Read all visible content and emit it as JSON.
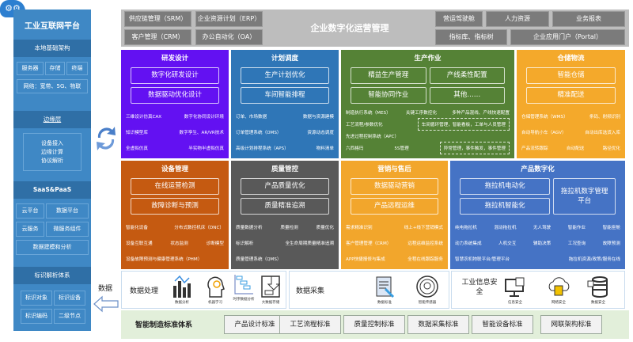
{
  "platform": {
    "title": "工业互联网平台",
    "local": {
      "header": "本地基础架构",
      "items": [
        "服务器",
        "存储",
        "终端"
      ],
      "network": "网络：宽带、5G、物联"
    },
    "edge": {
      "header": "边缘层",
      "lines": [
        "设备接入",
        "边缘计算",
        "协议解析"
      ]
    },
    "saas": {
      "header": "SaaS&PaaS",
      "items": [
        "云平台",
        "数据平台",
        "云服务",
        "微服务组件",
        "数据建模和分析"
      ]
    },
    "ident": {
      "header": "标识解析体系",
      "items": [
        "标识对象",
        "标识设备",
        "标识编码",
        "二级节点"
      ]
    }
  },
  "data_label": "数据",
  "ops": {
    "title": "企业数字化运营管理",
    "left": [
      "供应链管理（SRM）",
      "企业资源计划（ERP）",
      "客户管理（CRM）",
      "办公自动化（OA）"
    ],
    "right": [
      "营运驾驶舱",
      "人力资源",
      "业务报表",
      "指标库、指标树",
      "企业应用门户（Portal）"
    ]
  },
  "colors": {
    "rd": "#6311f2",
    "plan": "#2f76b7",
    "prod": "#558236",
    "wh": "#f4a92b",
    "eq": "#c55a11",
    "qc": "#595959",
    "sales": "#f2a62c",
    "pd": "#4573c5"
  },
  "modules": [
    {
      "key": "rd",
      "title": "研发设计",
      "features": [
        "数字化研发设计",
        "数据驱动优化设计"
      ],
      "rows": [
        [
          "三维设计仿真CAX",
          "数字化协同设计环境"
        ],
        [
          "知识模型库",
          "数字孪生、AR/VR技术"
        ],
        [
          "全虚拟仿真",
          "半实物半虚拟仿真"
        ]
      ]
    },
    {
      "key": "plan",
      "title": "计划调度",
      "features": [
        "生产计划优化",
        "车间智能排程"
      ],
      "rows": [
        [
          "订单、市场数据",
          "数据与资源建模"
        ],
        [
          "订单管理系统（OMS）",
          "资源动态调度"
        ],
        [
          "高级计划排程系统（APS）",
          "物料清单"
        ]
      ]
    },
    {
      "key": "prod",
      "title": "生产作业",
      "features": [
        "精益生产管理",
        "产线柔性配置",
        "智能协同作业",
        "其他……"
      ],
      "rows": [
        [
          "制造执行系统（MES）",
          "关键工序数控化",
          "多种产品混线、产线快速配置"
        ],
        [
          "工艺流程/参数优化",
          {
            "box": "车间循环管理，智能看板，工单与人员管理"
          }
        ],
        [
          "先进过程控制系统（APC）"
        ],
        [
          "六西格玛",
          "5S管理",
          {
            "box": "异常管理，事件触发，事件管理"
          }
        ]
      ]
    },
    {
      "key": "wh",
      "title": "仓储物流",
      "features": [
        "智能仓储",
        "精准配送"
      ],
      "rows": [
        [
          "仓储管理系统（WMS）",
          "条码、射频识别"
        ],
        [
          "自动导航小车（AGV）",
          "自动出库选货入库"
        ],
        [
          "产品流转跟踪",
          "自动配送",
          "路径优化"
        ]
      ]
    },
    {
      "key": "eq",
      "title": "设备管理",
      "features": [
        "在线运营检测",
        "故障诊断与预测"
      ],
      "rows": [
        [
          "智能化设备",
          "分布式数控机床（DNC）"
        ],
        [
          "设备互联互通",
          "状态监测",
          "诊断模型"
        ],
        [
          "设备故障预测与健康管理系统（PHM）"
        ]
      ]
    },
    {
      "key": "qc",
      "title": "质量管控",
      "features": [
        "产品质量优化",
        "质量精准追溯"
      ],
      "rows": [
        [
          "质量数据分析",
          "质量检测",
          "质量优化"
        ],
        [
          "标识解析",
          "全生命周期质量精准追溯"
        ],
        [
          "质量管理系统（QMS）"
        ]
      ]
    },
    {
      "key": "sales",
      "title": "营销与售后",
      "features": [
        "数据驱动营销",
        "产品远程运维"
      ],
      "rows": [
        [
          "需求精准识别",
          "线上+线下营销模式"
        ],
        [
          "客户管理管理（CRM）",
          "远程运维监控系统"
        ],
        [
          "APP快捷报修与集成",
          "全程在线跟踪服务"
        ]
      ]
    },
    {
      "key": "pd",
      "title": "产品数字化",
      "features": [
        "拖拉机电动化",
        "拖拉机智能化",
        "拖拉机数字管理平台"
      ],
      "rows": [
        [
          "纯电拖拉机",
          "混动拖拉机",
          "无人驾驶",
          "智能作业",
          "智能座舱"
        ],
        [
          "动力系统集成",
          "人机交互",
          "辅助决策",
          "工况查询",
          "故障预测"
        ],
        [
          "智慧农机物联平台/管理平台",
          "拖拉机资源/政策/服务在线"
        ]
      ]
    }
  ],
  "bottom": {
    "processing": {
      "label": "数据处理",
      "icons": [
        "数据分析",
        "机器学习",
        "时序数据分析",
        "大数据存储"
      ]
    },
    "collection": {
      "label": "数据采集",
      "icons": [
        "数据标准",
        "智能传感器"
      ]
    },
    "security": {
      "label": "工业信息安全",
      "icons": [
        "信息安全",
        "网络安全",
        "数据安全"
      ]
    }
  },
  "standards": {
    "title": "智能制造标准体系",
    "items": [
      "产品设计标准",
      "工艺流程标准",
      "质量控制标准",
      "数据采集标准",
      "智能设备标准",
      "网联架构标准"
    ]
  }
}
